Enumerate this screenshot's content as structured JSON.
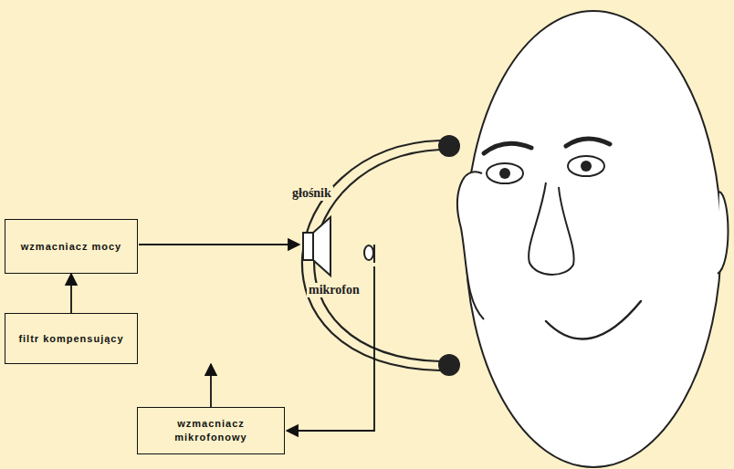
{
  "diagram": {
    "nodes": [
      {
        "text": [
          "wzmacniacz mocy"
        ]
      },
      {
        "text": [
          "filtr kompensujący"
        ]
      },
      {
        "text": [
          "wzmacniacz mikrofonowy"
        ]
      }
    ],
    "edges": [
      {
        "from": 2,
        "to": 1,
        "arrow": "to"
      },
      {
        "from": 1,
        "to": 0,
        "arrow": "to"
      }
    ],
    "labels": [
      "głośnik",
      "mikrofon"
    ]
  }
}
